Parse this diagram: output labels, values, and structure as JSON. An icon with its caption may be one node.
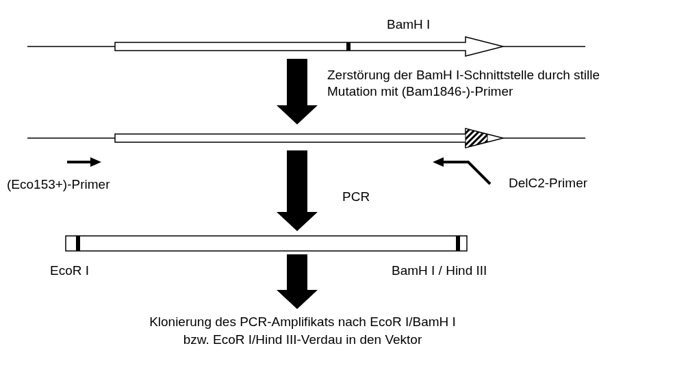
{
  "diagram": {
    "nodes": [
      {
        "text": [],
        "shape": "picture",
        "beside": [
          "BamH I"
        ]
      },
      {
        "text": [],
        "shape": "picture"
      },
      {
        "text": [],
        "shape": "bar",
        "beside": [
          "EcoR I",
          "BamH I / Hind III"
        ]
      },
      {
        "text": [
          "Klonierung des PCR-Amplifikats nach EcoR I/BamH I bzw. EcoR I/Hind III-Verdau in den Vektor"
        ]
      }
    ],
    "edges": [
      {
        "from": 0,
        "to": 1,
        "arrow": "to",
        "label": "Zerstörung der BamH I-Schnittstelle durch stille Mutation mit (Bam1846-)-Primer"
      },
      {
        "from": 1,
        "to": 2,
        "arrow": "to",
        "label": "PCR"
      },
      {
        "from": 2,
        "to": 3,
        "arrow": "to"
      }
    ],
    "labels": [
      "(Eco153+)-Primer",
      "DelC2-Primer"
    ]
  }
}
